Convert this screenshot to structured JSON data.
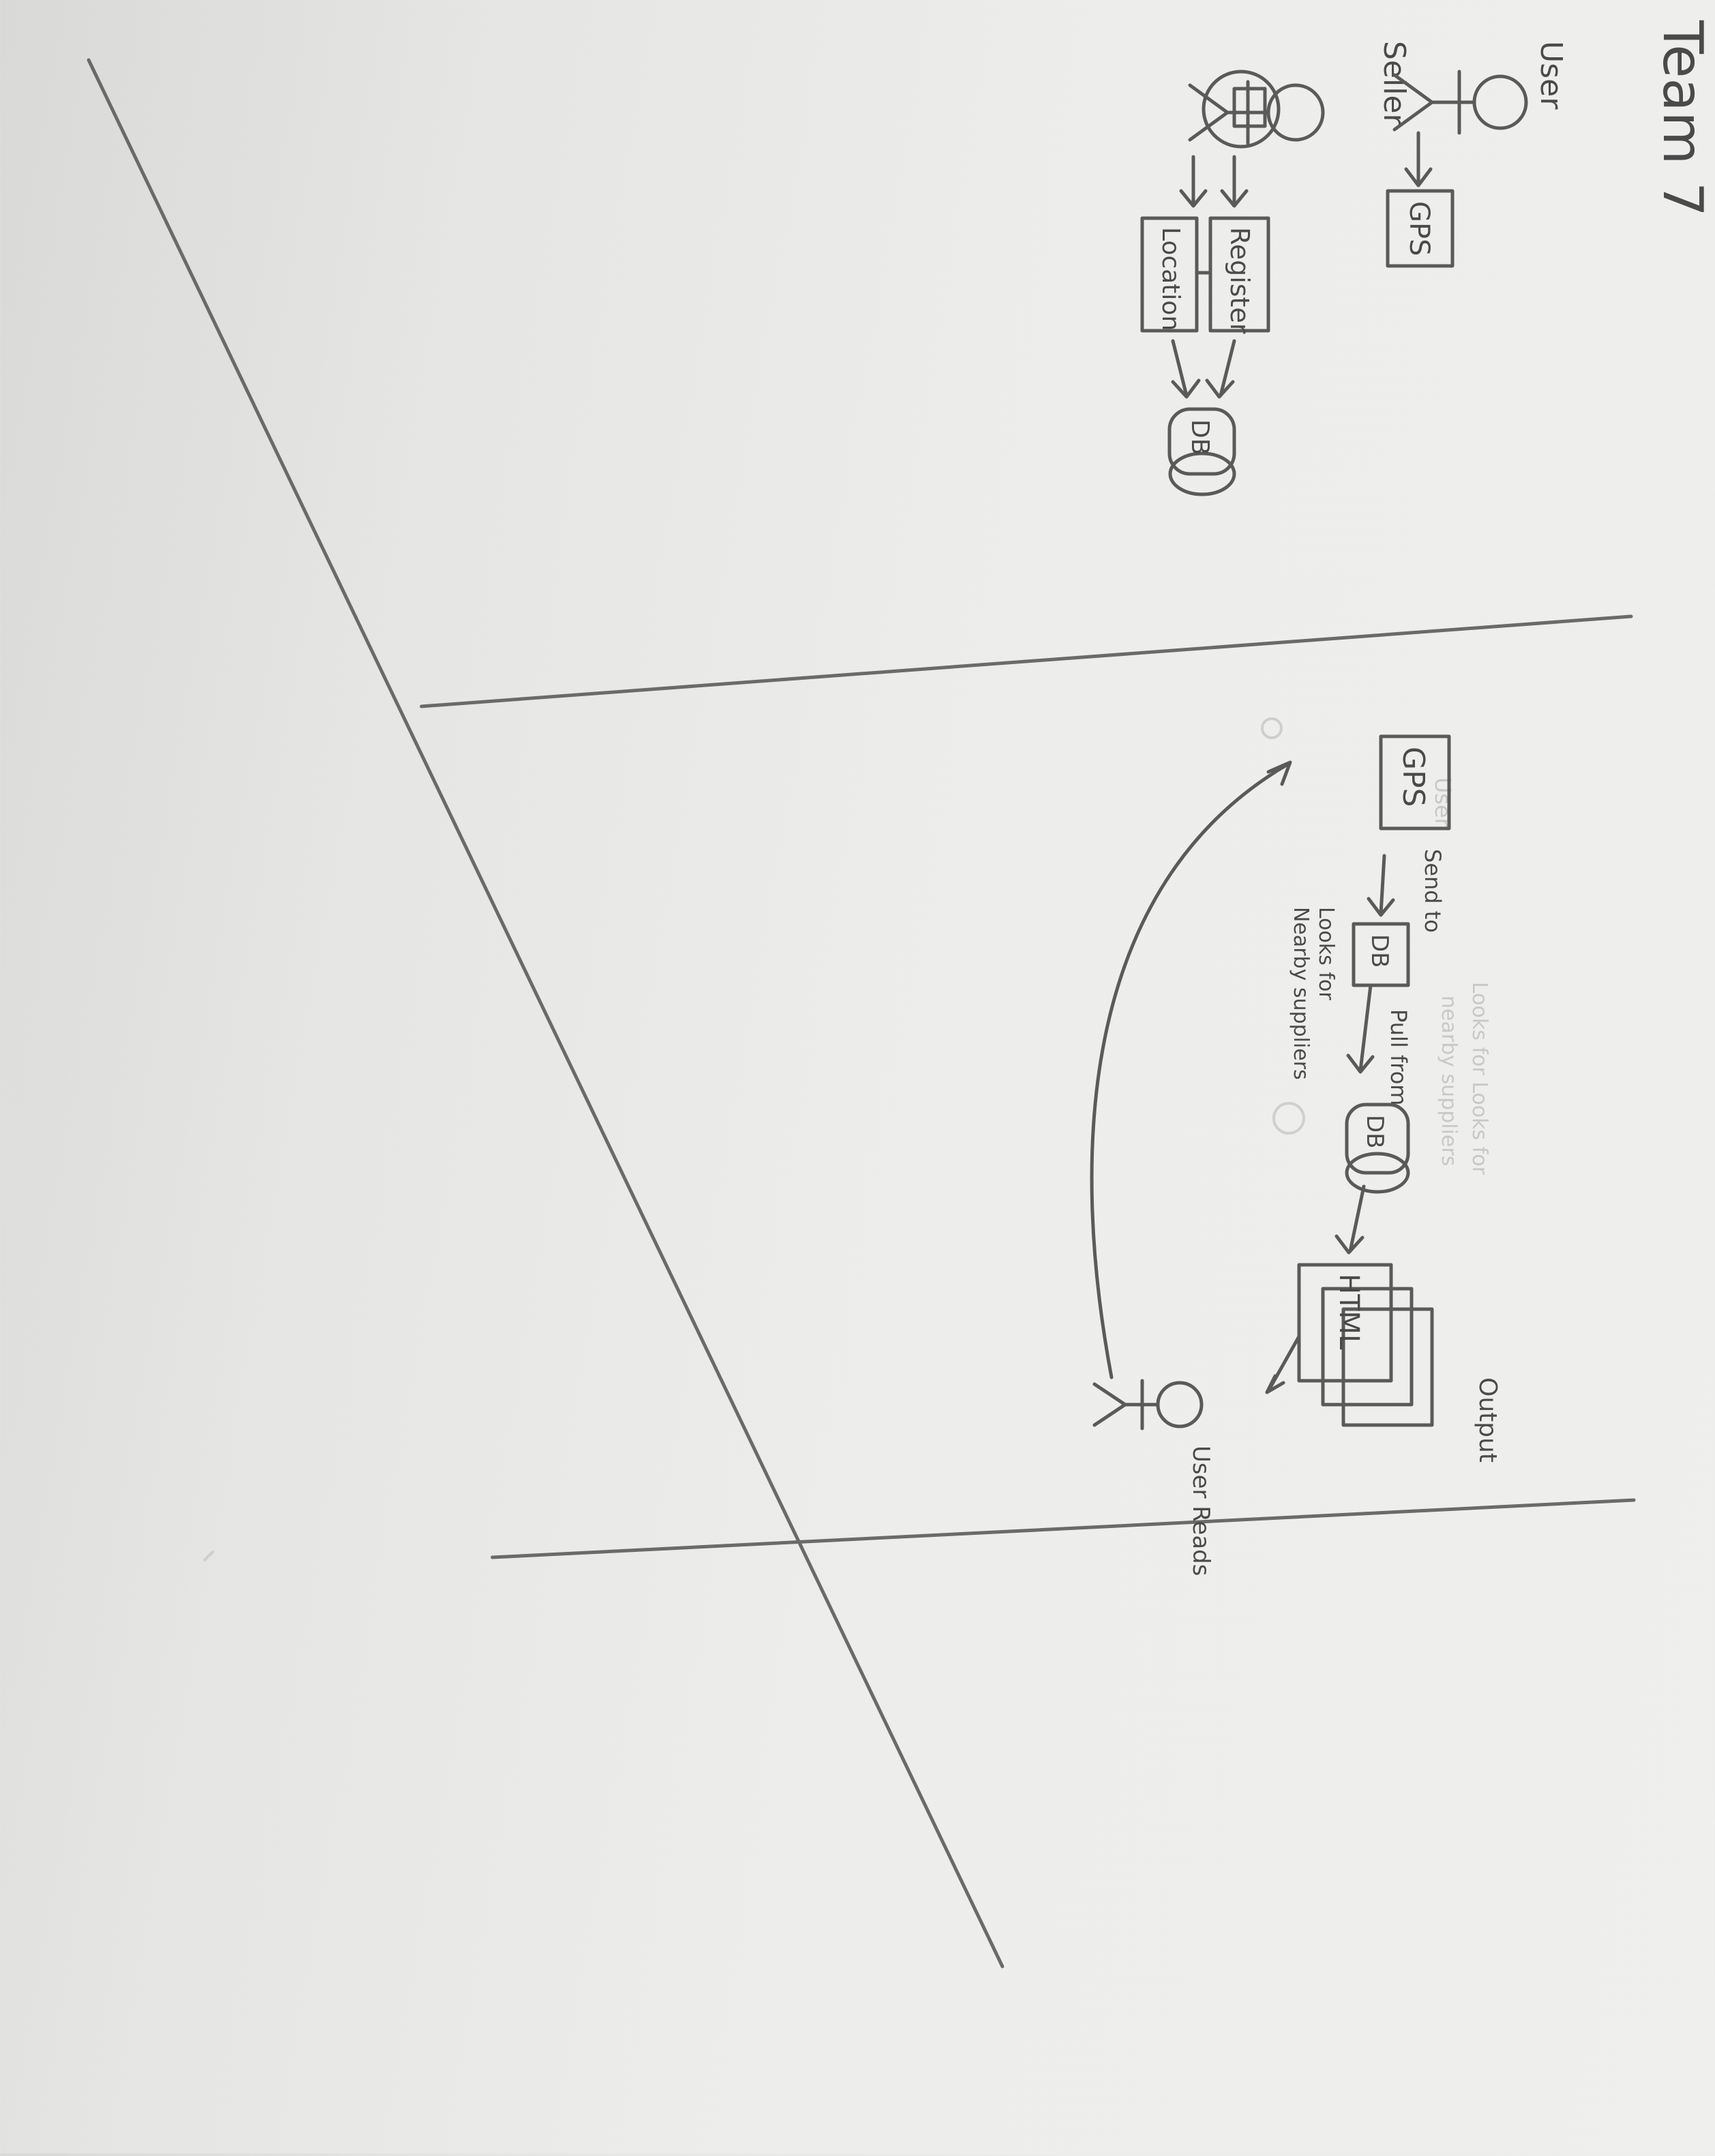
{
  "title": "Team 7",
  "actors": {
    "user_label": "User",
    "seller_label": "Seller",
    "reader_label": "User Reads"
  },
  "boxes": {
    "gps": "GPS",
    "register": "Register",
    "location": "Location",
    "db": "DB",
    "html": "HTML"
  },
  "flow_labels": {
    "send_to": "Send to",
    "pull_from": "Pull from",
    "looks_for": "Looks for",
    "nearby_suppliers": "Nearby suppliers",
    "output": "Output"
  },
  "ghost_labels": {
    "user": "User",
    "looks_for_line1": "Looks for Looks for",
    "looks_for_line2": "nearby suppliers"
  }
}
